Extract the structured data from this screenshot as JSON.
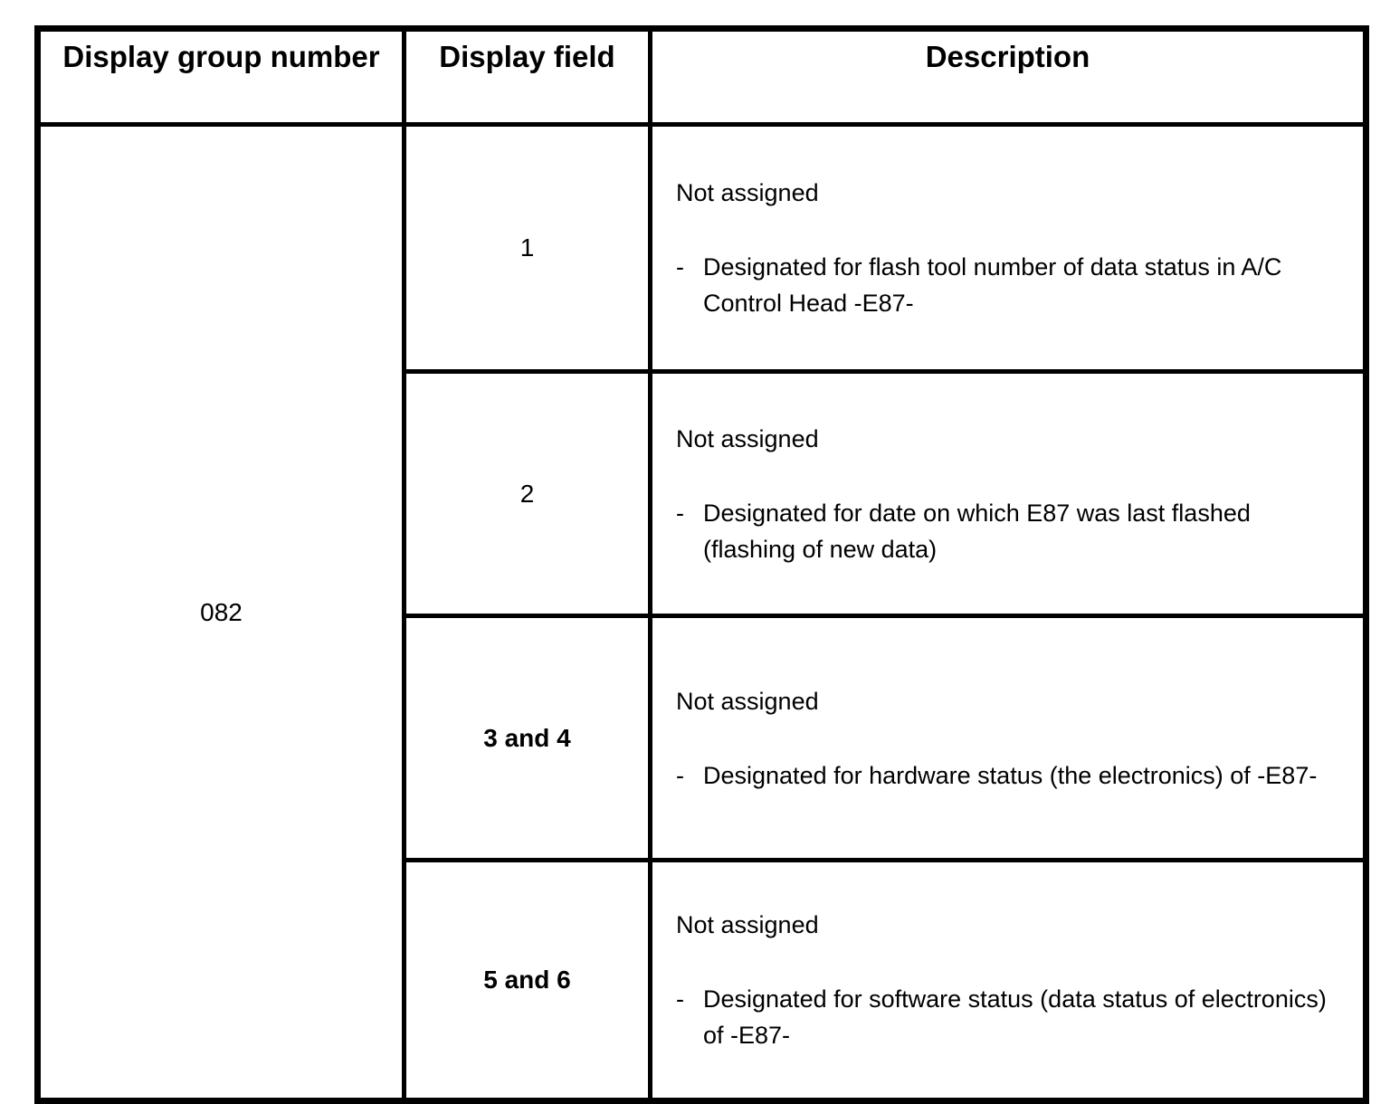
{
  "document": {
    "table": {
      "headers": {
        "group": "Display group number",
        "field": "Display field",
        "description": "Description"
      },
      "group_number": "082",
      "bullet_dash": "-",
      "rows": [
        {
          "field": "1",
          "status": "Not assigned",
          "detail": "Designated for flash tool number of data status in A/C Control Head -E87-"
        },
        {
          "field": "2",
          "status": "Not assigned",
          "detail": "Designated for date on which E87 was last flashed (flashing of new data)"
        },
        {
          "field": "3 and 4",
          "status": "Not assigned",
          "detail": "Designated for hardware status (the electronics) of -E87-"
        },
        {
          "field": "5 and 6",
          "status": "Not assigned",
          "detail": "Designated for software status (data status of electronics) of -E87-"
        }
      ],
      "colors": {
        "border": "#000000",
        "text": "#000000",
        "background": "#ffffff"
      }
    }
  }
}
